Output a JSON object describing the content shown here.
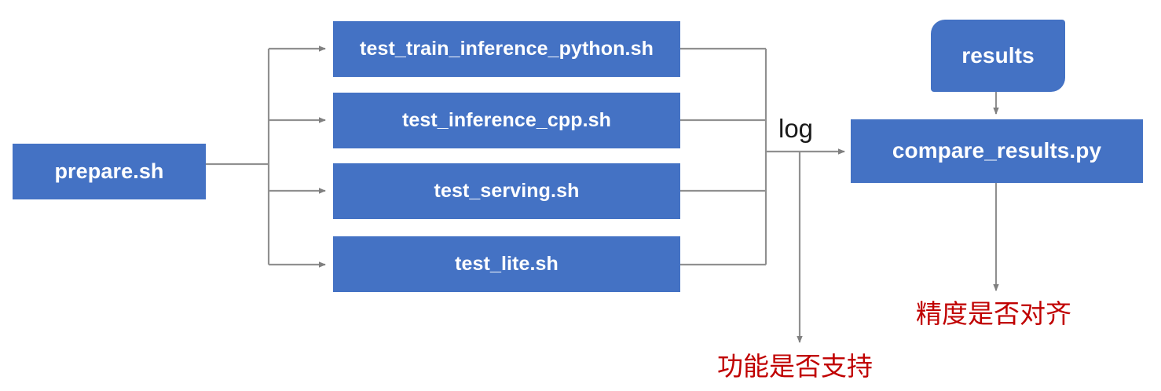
{
  "diagram": {
    "title": "PaddlePaddle TIPC test pipeline flowchart",
    "colors": {
      "node_fill": "#4472c4",
      "node_text": "#ffffff",
      "connector": "#909090",
      "note_text": "#c00000",
      "background": "#ffffff"
    },
    "nodes": [
      {
        "id": "prepare",
        "label": "prepare.sh",
        "shape": "rectangle"
      },
      {
        "id": "train_python",
        "label": "test_train_inference_python.sh",
        "shape": "rectangle"
      },
      {
        "id": "inference_cpp",
        "label": "test_inference_cpp.sh",
        "shape": "rectangle"
      },
      {
        "id": "serving",
        "label": "test_serving.sh",
        "shape": "rectangle"
      },
      {
        "id": "lite",
        "label": "test_lite.sh",
        "shape": "rectangle"
      },
      {
        "id": "results",
        "label": "results",
        "shape": "rounded-rectangle"
      },
      {
        "id": "compare",
        "label": "compare_results.py",
        "shape": "rectangle"
      }
    ],
    "edge_labels": [
      {
        "id": "log",
        "label": "log"
      }
    ],
    "notes": [
      {
        "id": "function_supported",
        "label": "功能是否支持"
      },
      {
        "id": "precision_aligned",
        "label": "精度是否对齐"
      }
    ],
    "edges": [
      {
        "from": "prepare",
        "to": "train_python",
        "label": ""
      },
      {
        "from": "prepare",
        "to": "inference_cpp",
        "label": ""
      },
      {
        "from": "prepare",
        "to": "serving",
        "label": ""
      },
      {
        "from": "prepare",
        "to": "lite",
        "label": ""
      },
      {
        "from": "train_python",
        "to": "compare",
        "label": "log"
      },
      {
        "from": "inference_cpp",
        "to": "compare",
        "label": "log"
      },
      {
        "from": "serving",
        "to": "compare",
        "label": "log"
      },
      {
        "from": "lite",
        "to": "compare",
        "label": "log"
      },
      {
        "from": "test_bundle",
        "to": "function_supported",
        "label": ""
      },
      {
        "from": "results",
        "to": "compare",
        "label": ""
      },
      {
        "from": "compare",
        "to": "precision_aligned",
        "label": ""
      }
    ]
  }
}
